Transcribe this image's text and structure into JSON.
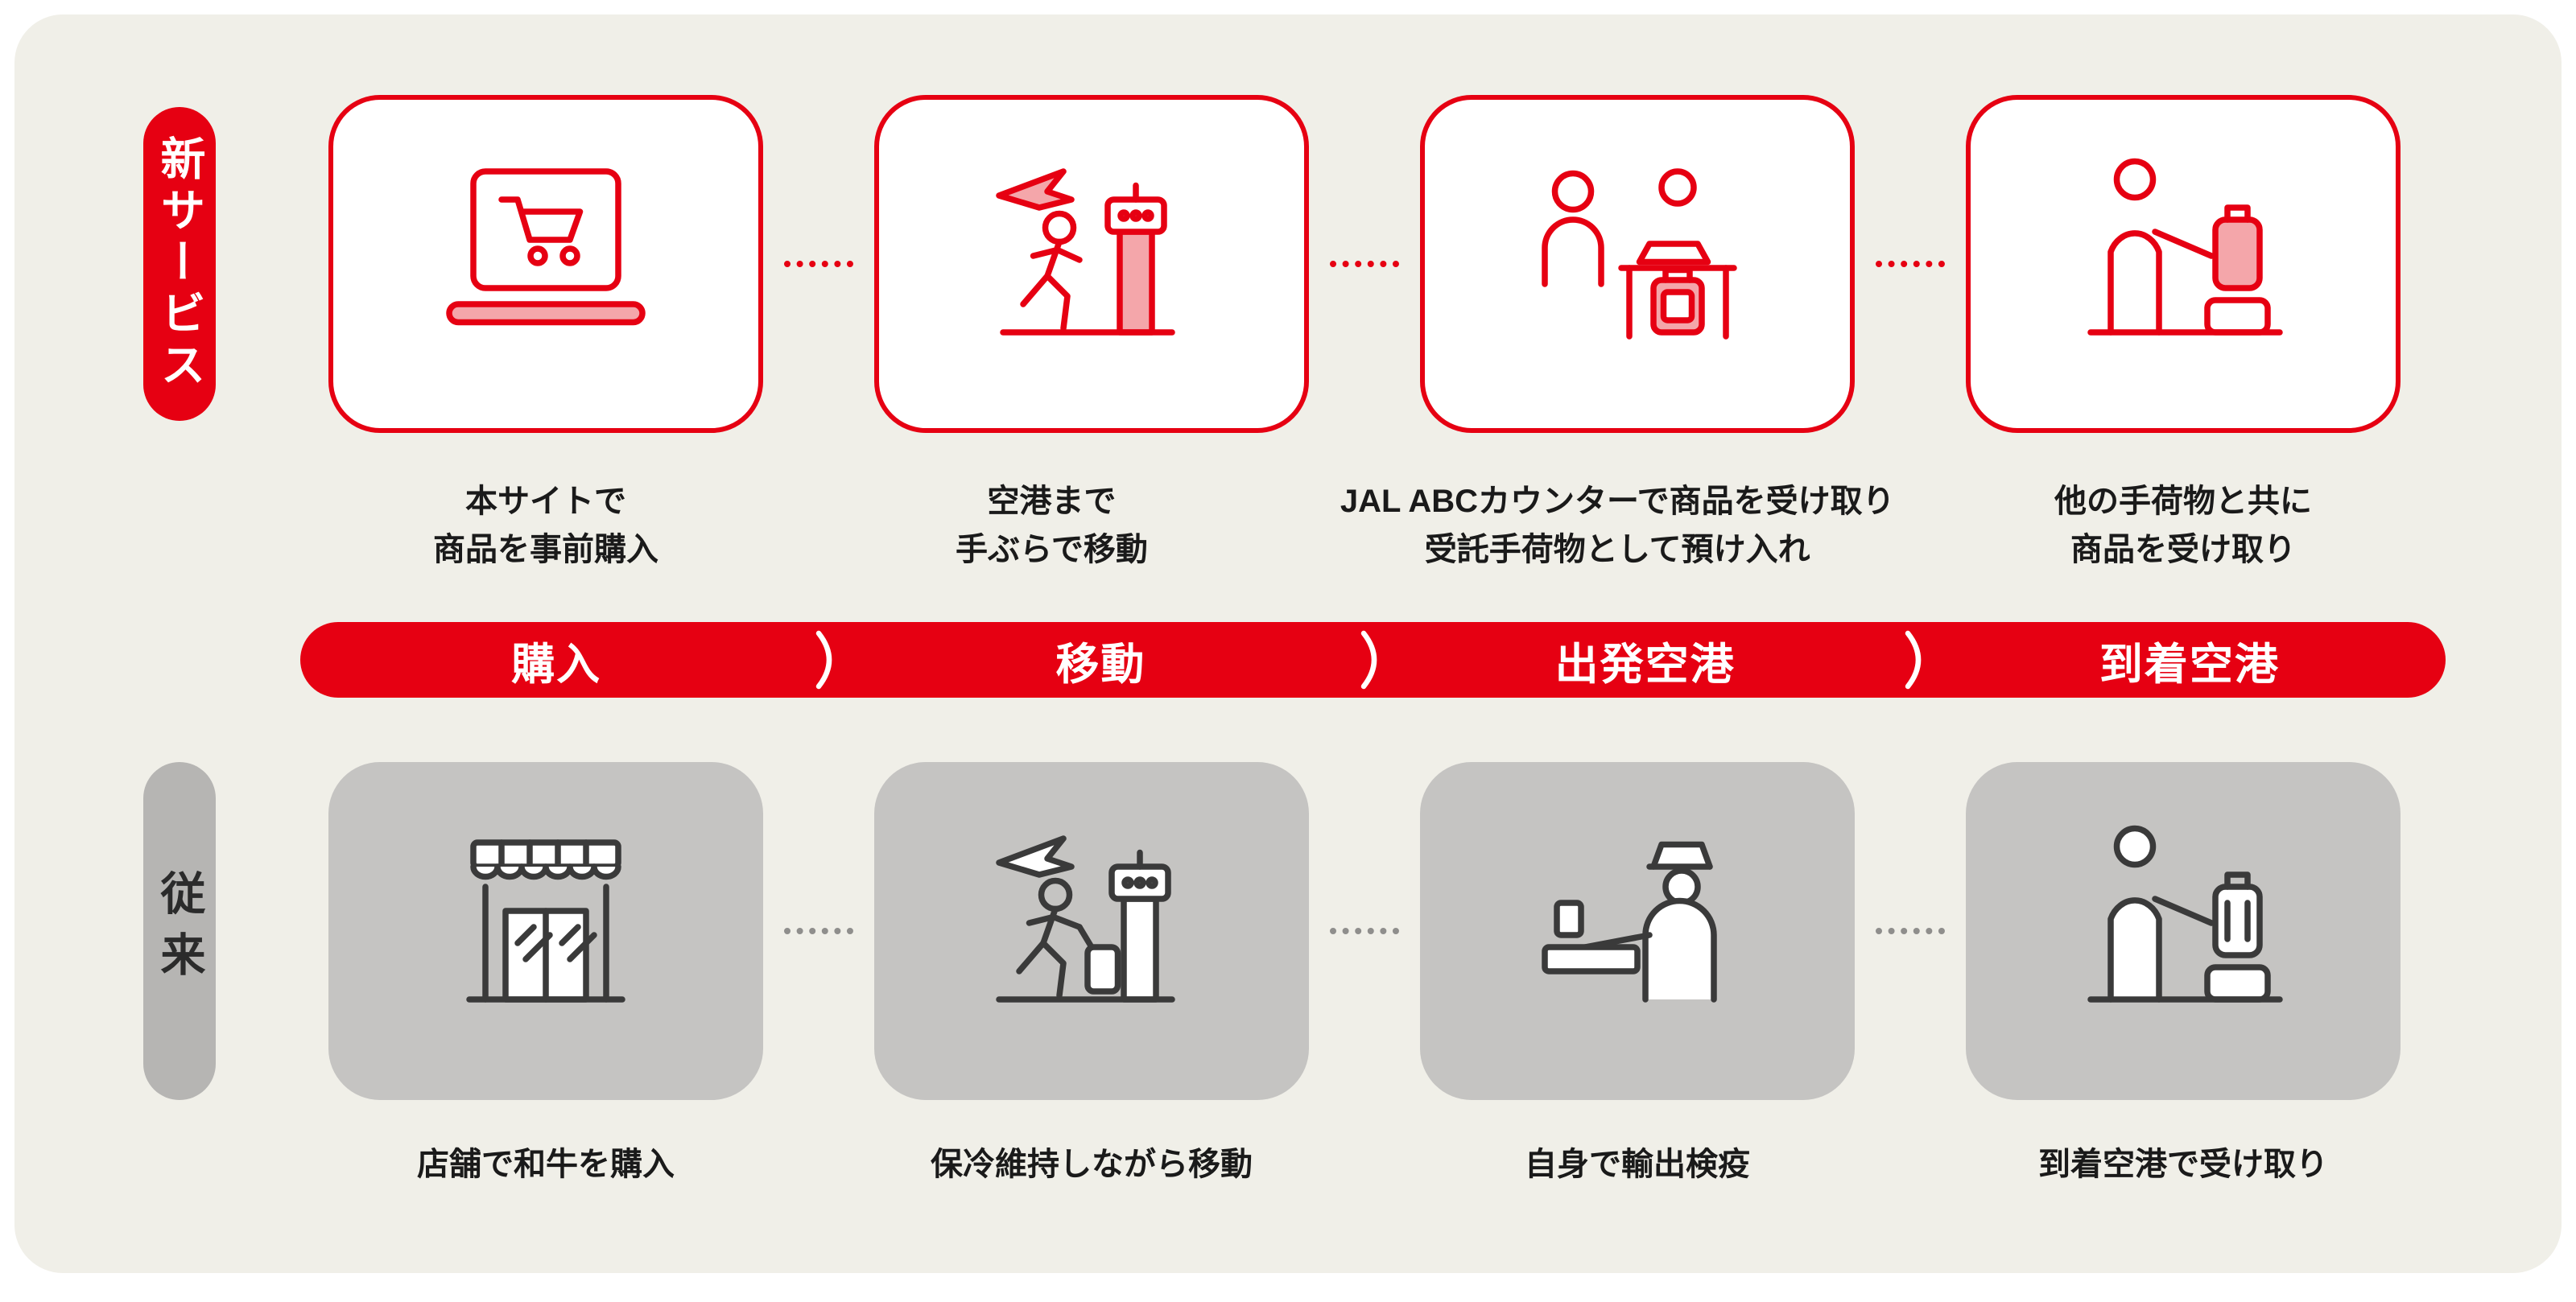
{
  "colors": {
    "red": "#e60012",
    "light_red_fill": "#f4a6aa",
    "background": "#f0efe8",
    "gray_card": "#c5c4c2",
    "gray_pill": "#b6b5b3",
    "dark_icon": "#3a3a3a",
    "text": "#1a1a1a"
  },
  "new_service": {
    "label": "新サービス",
    "steps": [
      {
        "icon": "laptop-cart-icon",
        "l1": "本サイトで",
        "l2": "商品を事前購入"
      },
      {
        "icon": "airport-run-icon",
        "l1": "空港まで",
        "l2": "手ぶらで移動"
      },
      {
        "icon": "baggage-counter-icon",
        "l1": "JAL ABCカウンターで商品を受け取り",
        "l2": "受託手荷物として預け入れ"
      },
      {
        "icon": "baggage-pickup-icon",
        "l1": "他の手荷物と共に",
        "l2": "商品を受け取り"
      }
    ]
  },
  "timeline": {
    "stages": [
      "購入",
      "移動",
      "出発空港",
      "到着空港"
    ]
  },
  "conventional": {
    "label": "従来",
    "steps": [
      {
        "icon": "storefront-icon",
        "caption": "店舗で和牛を購入"
      },
      {
        "icon": "cooler-run-icon",
        "caption": "保冷維持しながら移動"
      },
      {
        "icon": "customs-officer-icon",
        "caption": "自身で輸出検疫"
      },
      {
        "icon": "arrival-pickup-icon",
        "caption": "到着空港で受け取り"
      }
    ]
  }
}
